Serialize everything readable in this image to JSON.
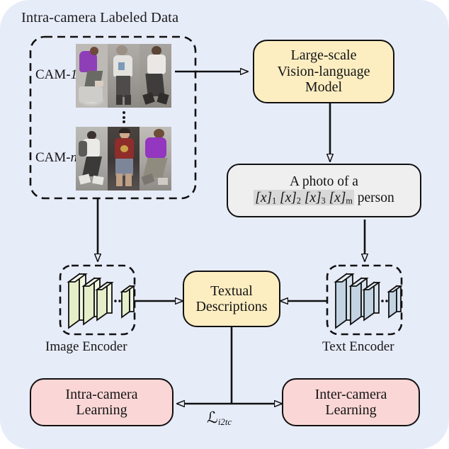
{
  "figure": {
    "title": "Intra-camera Labeled Data",
    "background_color": "#e7ecf9"
  },
  "data_panel": {
    "label": "Intra-camera Labeled Data",
    "rows": [
      {
        "camera_label_prefix": "CAM-",
        "camera_label_suffix": "1"
      },
      {
        "camera_label_prefix": "CAM-",
        "camera_label_suffix": "n"
      }
    ],
    "vertical_ellipsis": "⋮"
  },
  "nodes": {
    "vlm": {
      "name": "Large-scale Vision-language Model",
      "lines": [
        "Large-scale",
        "Vision-language",
        "Model"
      ],
      "fill": "#fdeec2"
    },
    "prompt": {
      "line1": "A photo of a",
      "tokens": [
        "[x]",
        "[x]",
        "[x]",
        "[x]"
      ],
      "token_subscripts": [
        "1",
        "2",
        "3",
        "m"
      ],
      "tail": "person",
      "fill": "#efefef"
    },
    "textual_descriptions": {
      "lines": [
        "Textual",
        "Descriptions"
      ],
      "fill": "#fdeec2"
    },
    "intra_camera_learning": {
      "lines": [
        "Intra-camera",
        "Learning"
      ],
      "fill": "#fbd6d6"
    },
    "inter_camera_learning": {
      "lines": [
        "Inter-camera",
        "Learning"
      ],
      "fill": "#fbd6d6"
    }
  },
  "encoders": {
    "image": {
      "caption": "Image Encoder",
      "slab_color": "#e4efc9",
      "slab_count": 4
    },
    "text": {
      "caption": "Text Encoder",
      "slab_color": "#c3d3e2",
      "slab_count": 4
    }
  },
  "loss": {
    "symbol": "ℒ",
    "subscript": "i2tc"
  },
  "colors": {
    "background": "#e7ecf9",
    "stroke": "#111111",
    "yellow_fill": "#fdeec2",
    "grey_fill": "#efefef",
    "pink_fill": "#fbd6d6",
    "image_encoder_fill": "#e4efc9",
    "text_encoder_fill": "#c3d3e2",
    "token_highlight": "#d8d8d8"
  }
}
